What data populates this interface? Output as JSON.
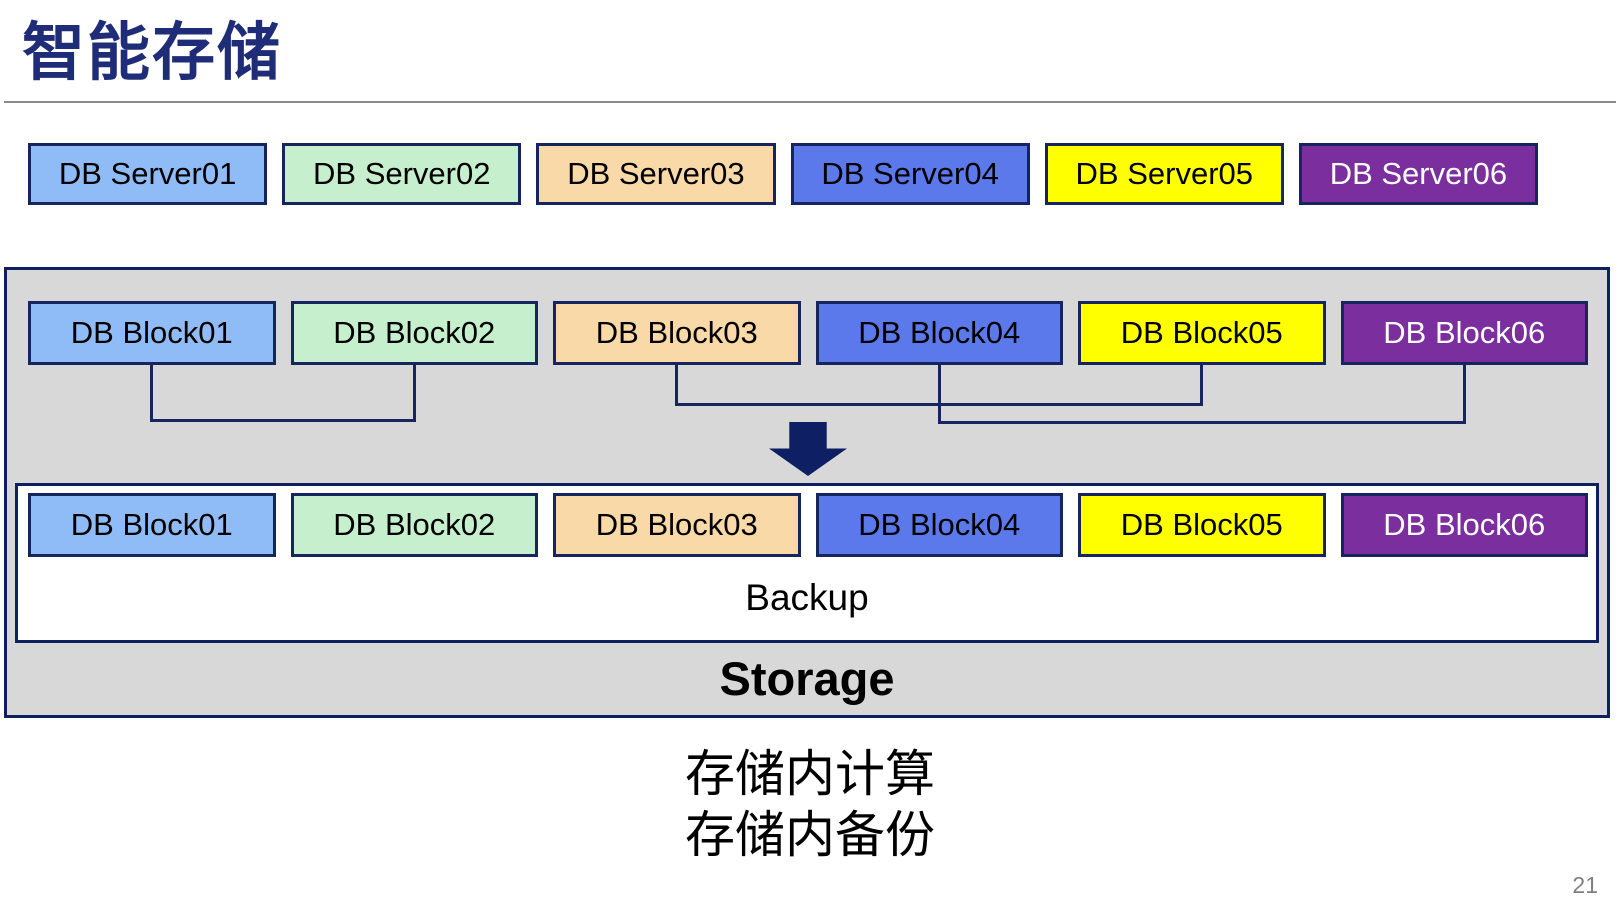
{
  "slide": {
    "title": "智能存储",
    "page_number": "21",
    "caption": [
      "存储内计算",
      "存储内备份"
    ]
  },
  "servers": [
    {
      "label": "DB Server01",
      "fill": "#8FBCF6",
      "text_color": "#000000"
    },
    {
      "label": "DB Server02",
      "fill": "#C6EFCE",
      "text_color": "#000000"
    },
    {
      "label": "DB Server03",
      "fill": "#FAD9A8",
      "text_color": "#000000"
    },
    {
      "label": "DB Server04",
      "fill": "#5B79EA",
      "text_color": "#000000"
    },
    {
      "label": "DB Server05",
      "fill": "#FFFF00",
      "text_color": "#000000"
    },
    {
      "label": "DB Server06",
      "fill": "#7B2E9E",
      "text_color": "#FFFFFF"
    }
  ],
  "blocks_top": [
    {
      "label": "DB Block01",
      "fill": "#8FBCF6",
      "text_color": "#000000"
    },
    {
      "label": "DB Block02",
      "fill": "#C6EFCE",
      "text_color": "#000000"
    },
    {
      "label": "DB Block03",
      "fill": "#FAD9A8",
      "text_color": "#000000"
    },
    {
      "label": "DB Block04",
      "fill": "#5B79EA",
      "text_color": "#000000"
    },
    {
      "label": "DB Block05",
      "fill": "#FFFF00",
      "text_color": "#000000"
    },
    {
      "label": "DB Block06",
      "fill": "#7B2E9E",
      "text_color": "#FFFFFF"
    }
  ],
  "blocks_bottom": [
    {
      "label": "DB Block01",
      "fill": "#8FBCF6",
      "text_color": "#000000"
    },
    {
      "label": "DB Block02",
      "fill": "#C6EFCE",
      "text_color": "#000000"
    },
    {
      "label": "DB Block03",
      "fill": "#FAD9A8",
      "text_color": "#000000"
    },
    {
      "label": "DB Block04",
      "fill": "#5B79EA",
      "text_color": "#000000"
    },
    {
      "label": "DB Block05",
      "fill": "#FFFF00",
      "text_color": "#000000"
    },
    {
      "label": "DB Block06",
      "fill": "#7B2E9E",
      "text_color": "#FFFFFF"
    }
  ],
  "storage": {
    "backup_label": "Backup",
    "storage_label": "Storage"
  },
  "connectors": {
    "brackets": [
      {
        "blocks": [
          0,
          1
        ],
        "depth": 57
      },
      {
        "blocks": [
          2,
          3,
          4
        ],
        "depth": 41
      },
      {
        "blocks": [
          3,
          5
        ],
        "depth": 59
      }
    ],
    "line_width": 3
  },
  "colors": {
    "title": "#1F2C78",
    "rule": "#8A8A8A",
    "box_border": "#17255F",
    "container_fill": "#D8D8D8",
    "container_border": "#10205E",
    "inner_fill": "#FFFFFF",
    "connector": "#16245F",
    "arrow": "#0E2063",
    "backup_text": "#000000",
    "storage_text": "#000000",
    "page_number": "#808080"
  }
}
